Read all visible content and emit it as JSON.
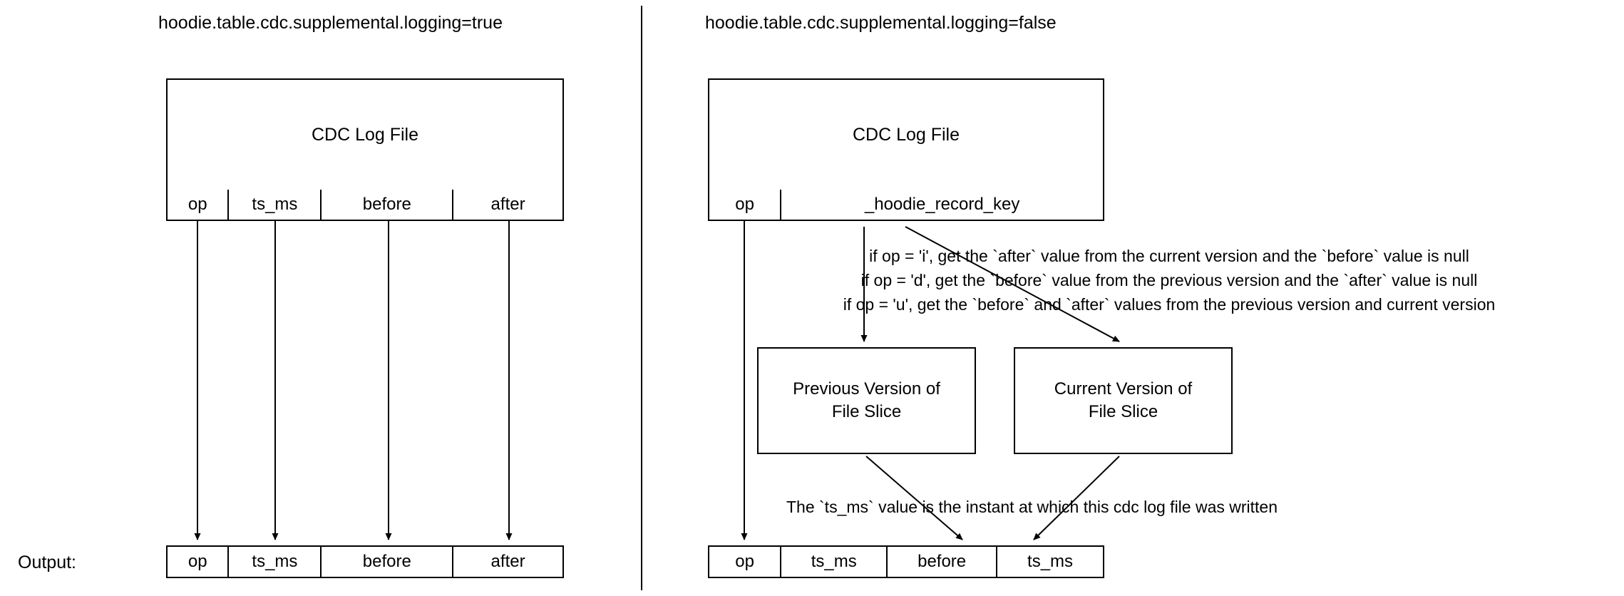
{
  "diagram": {
    "title_left": "hoodie.table.cdc.supplemental.logging=true",
    "title_right": "hoodie.table.cdc.supplemental.logging=false",
    "output_label": "Output:"
  },
  "left_panel": {
    "cdc_box_label": "CDC Log File",
    "schema_columns": [
      "op",
      "ts_ms",
      "before",
      "after"
    ],
    "output_columns": [
      "op",
      "ts_ms",
      "before",
      "after"
    ]
  },
  "right_panel": {
    "cdc_box_label": "CDC Log File",
    "schema_columns": [
      "op",
      "_hoodie_record_key"
    ],
    "output_columns": [
      "op",
      "ts_ms",
      "before",
      "ts_ms"
    ],
    "rules": [
      "if op = 'i', get the `after` value from the current version and the `before` value is null",
      "if op = 'd', get the `before` value from the previous version  and the `after` value is null",
      "if op = 'u', get the `before` and `after` values from the previous version and current version"
    ],
    "ts_ms_note": "The `ts_ms` value is the instant at which this cdc log file was written",
    "previous_version_box": "Previous Version of\nFile Slice",
    "current_version_box": "Current Version of\nFile Slice"
  },
  "colors": {
    "stroke": "#000000",
    "background": "#ffffff",
    "text": "#000000"
  }
}
